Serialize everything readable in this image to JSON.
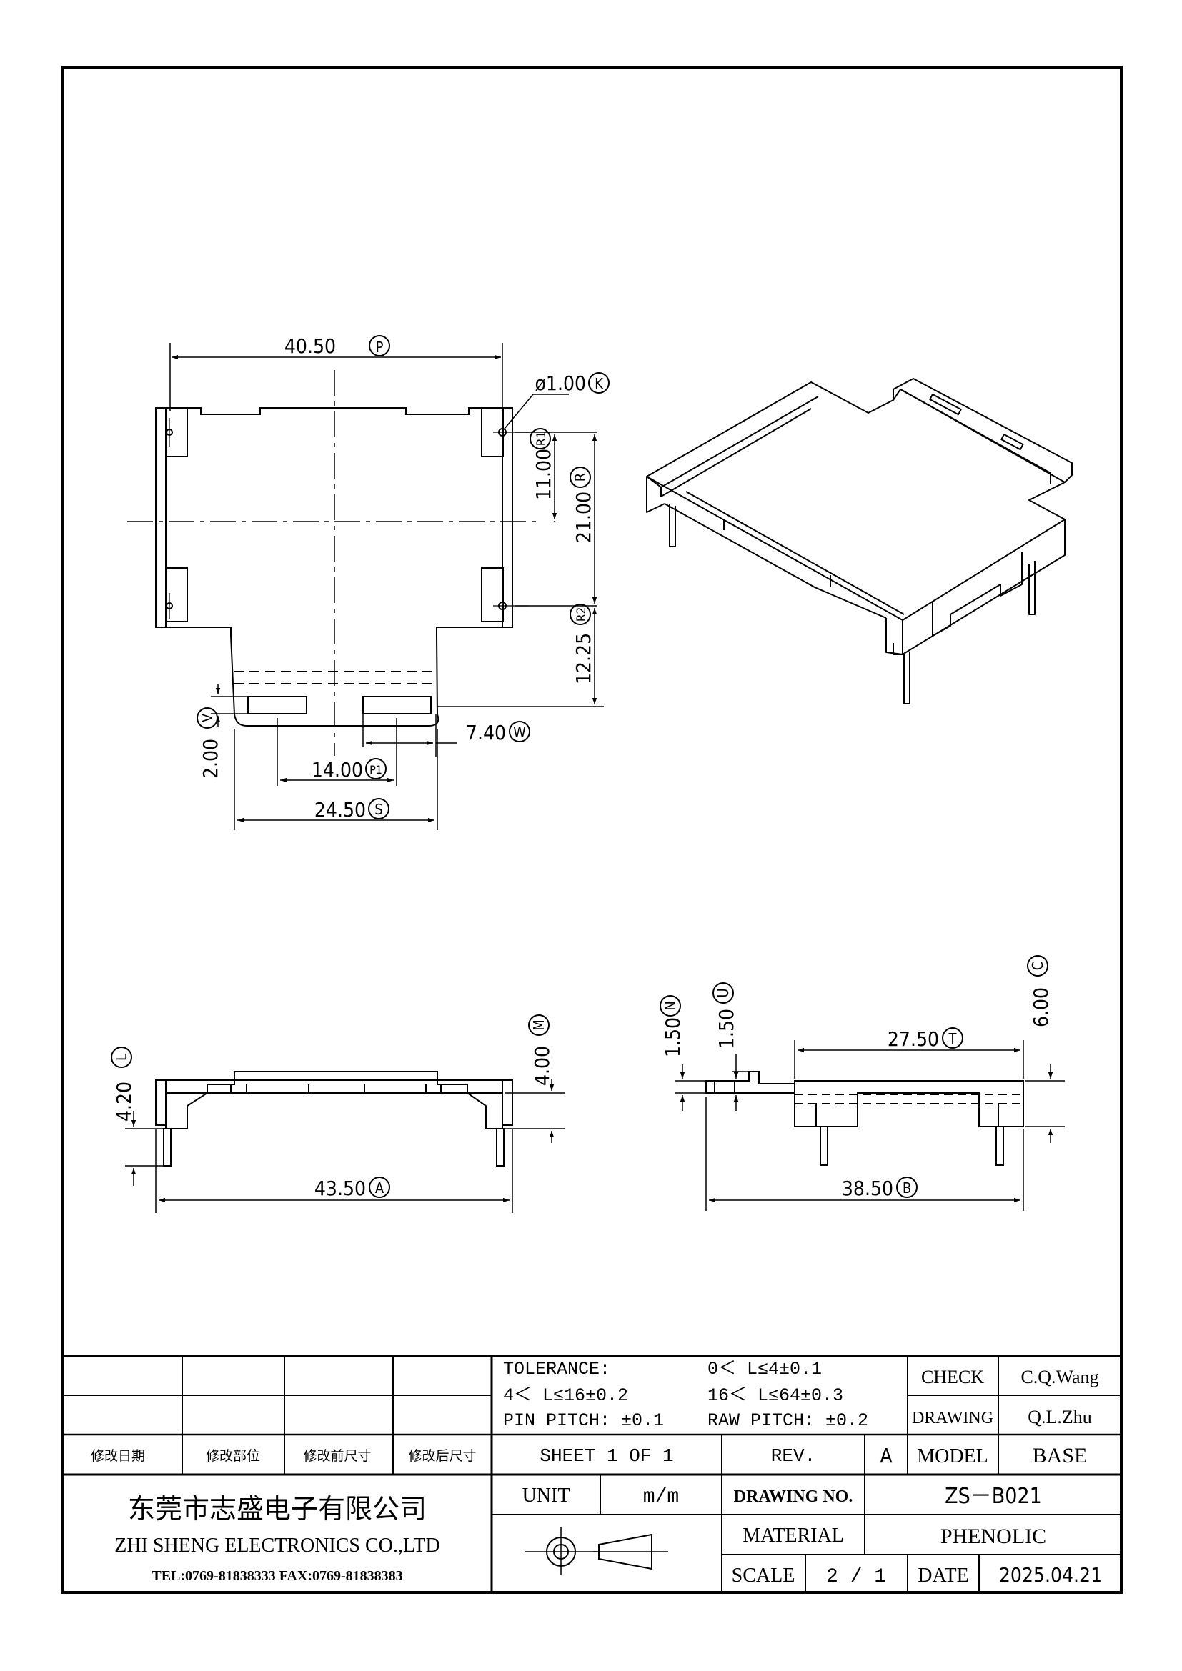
{
  "drawing": {
    "top_view": {
      "dim_width": "40.50",
      "tag_width": "P",
      "dim_hole": "ø1.00",
      "tag_hole": "K",
      "dim_pitch1": "11.00",
      "tag_pitch1": "R1",
      "dim_pitch2": "21.00",
      "tag_pitch2": "R",
      "dim_pitch3": "12.25",
      "tag_pitch3": "R2",
      "dim_slot_gap": "2.00",
      "tag_slot_gap": "V",
      "dim_slot_len": "7.40",
      "tag_slot_len": "W",
      "dim_slot_pitch": "14.00",
      "tag_slot_pitch": "P1",
      "dim_tab_width": "24.50",
      "tag_tab_width": "S"
    },
    "front_view": {
      "dim_height": "4.20",
      "tag_height": "L",
      "dim_step": "4.00",
      "tag_step": "M",
      "dim_width": "43.50",
      "tag_width": "A"
    },
    "side_view": {
      "dim_n": "1.50",
      "tag_n": "N",
      "dim_u": "1.50",
      "tag_u": "U",
      "dim_total_height": "6.00",
      "tag_total_height": "C",
      "dim_inner": "27.50",
      "tag_inner": "T",
      "dim_depth": "38.50",
      "tag_depth": "B"
    }
  },
  "title_block": {
    "rev_headers": [
      "修改日期",
      "修改部位",
      "修改前尺寸",
      "修改后尺寸"
    ],
    "tolerance": {
      "label": "TOLERANCE:",
      "r1": "0＜ L≤4±0.1",
      "r2": "4＜ L≤16±0.2",
      "r3": "16＜ L≤64±0.3",
      "pin_pitch": "PIN PITCH: ±0.1",
      "raw_pitch": "RAW PITCH: ±0.2"
    },
    "check_label": "CHECK",
    "check_value": "C.Q.Wang",
    "drawing_label": "DRAWING",
    "drawing_value": "Q.L.Zhu",
    "sheet": "SHEET 1 OF 1",
    "rev_label": "REV.",
    "rev_value": "A",
    "model_label": "MODEL",
    "model_value": "BASE",
    "company_cn": "东莞市志盛电子有限公司",
    "company_en": "ZHI SHENG  ELECTRONICS CO.,LTD",
    "contact": "TEL:0769-81838333 FAX:0769-81838383",
    "unit_label": "UNIT",
    "unit_value": "m/m",
    "drawing_no_label": "DRAWING  NO.",
    "drawing_no_value": "ZS－B021",
    "material_label": "MATERIAL",
    "material_value": "PHENOLIC",
    "scale_label": "SCALE",
    "scale_value": "2  /  1",
    "date_label": "DATE",
    "date_value": "2025.04.21"
  }
}
